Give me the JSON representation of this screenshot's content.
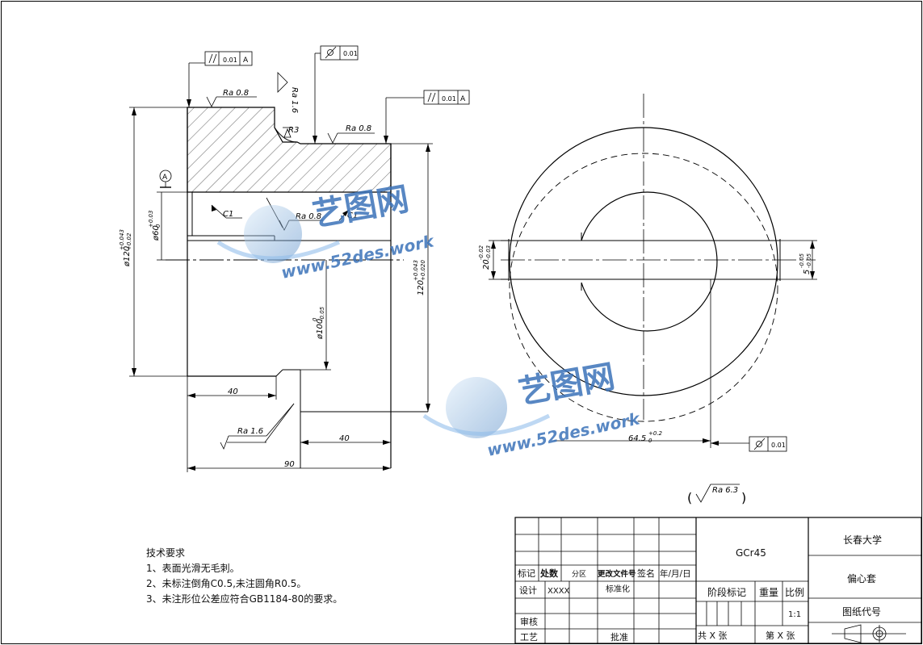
{
  "dimensions": {
    "dia_outer_left": "ø120",
    "dia_outer_left_tol_upper": "+0.043",
    "dia_outer_left_tol_lower": "+0.02",
    "dia_bore": "ø60",
    "dia_bore_tol_upper": "+0.03",
    "dia_bore_tol_lower": "0",
    "dia_groove": "ø100",
    "dia_groove_tol_upper": "0",
    "dia_groove_tol_lower": "-0.05",
    "dia_right": "120",
    "dia_right_tol_upper": "+0.043",
    "dia_right_tol_lower": "+0.020",
    "len_left": "40",
    "len_right": "40",
    "len_total": "90",
    "chamfer_1": "C1",
    "chamfer_2": "C1",
    "radius": "R3",
    "width_key": "20",
    "width_key_tol_upper": "-0.02",
    "width_key_tol_lower": "-0.03",
    "width_right": "5",
    "width_right_tol_upper": "-0.05",
    "width_right_tol_lower": "-0.05",
    "offset": "64.5",
    "offset_tol_upper": "+0.2",
    "offset_tol_lower": "0"
  },
  "roughness": {
    "r1": "Ra 0.8",
    "r2": "Ra 0.8",
    "r3": "Ra 0.8",
    "r4": "Ra 1.6",
    "r5": "Ra 1.6",
    "general": "Ra 6.3"
  },
  "tolerances": {
    "fc1_value": "0.01",
    "fc1_datum": "A",
    "fc2_value": "0.01",
    "fc3_value": "0.01",
    "fc3_datum": "A",
    "fc4_value": "0.01",
    "datum_label": "A"
  },
  "watermark": {
    "cn": "艺图网",
    "url": "www.52des.work"
  },
  "notes": {
    "title": "技术要求",
    "items": [
      "1、表面光滑无毛刺。",
      "2、未标注倒角C0.5,未注圆角R0.5。",
      "3、未注形位公差应符合GB1184-80的要求。"
    ]
  },
  "title_block": {
    "header_labels": [
      "标记",
      "处数",
      "分区",
      "更改文件号",
      "签名",
      "年/月/日"
    ],
    "design": "设计",
    "designer": "XXXX",
    "standardize": "标准化",
    "review": "审核",
    "process": "工艺",
    "approve": "批准",
    "material": "GCr45",
    "stage_mark": "阶段标记",
    "weight": "重量",
    "scale_label": "比例",
    "scale": "1:1",
    "sheets_total": "共 X 张",
    "sheet_no": "第 X 张",
    "company": "长春大学",
    "part_name": "偏心套",
    "drawing_no_label": "图纸代号"
  }
}
